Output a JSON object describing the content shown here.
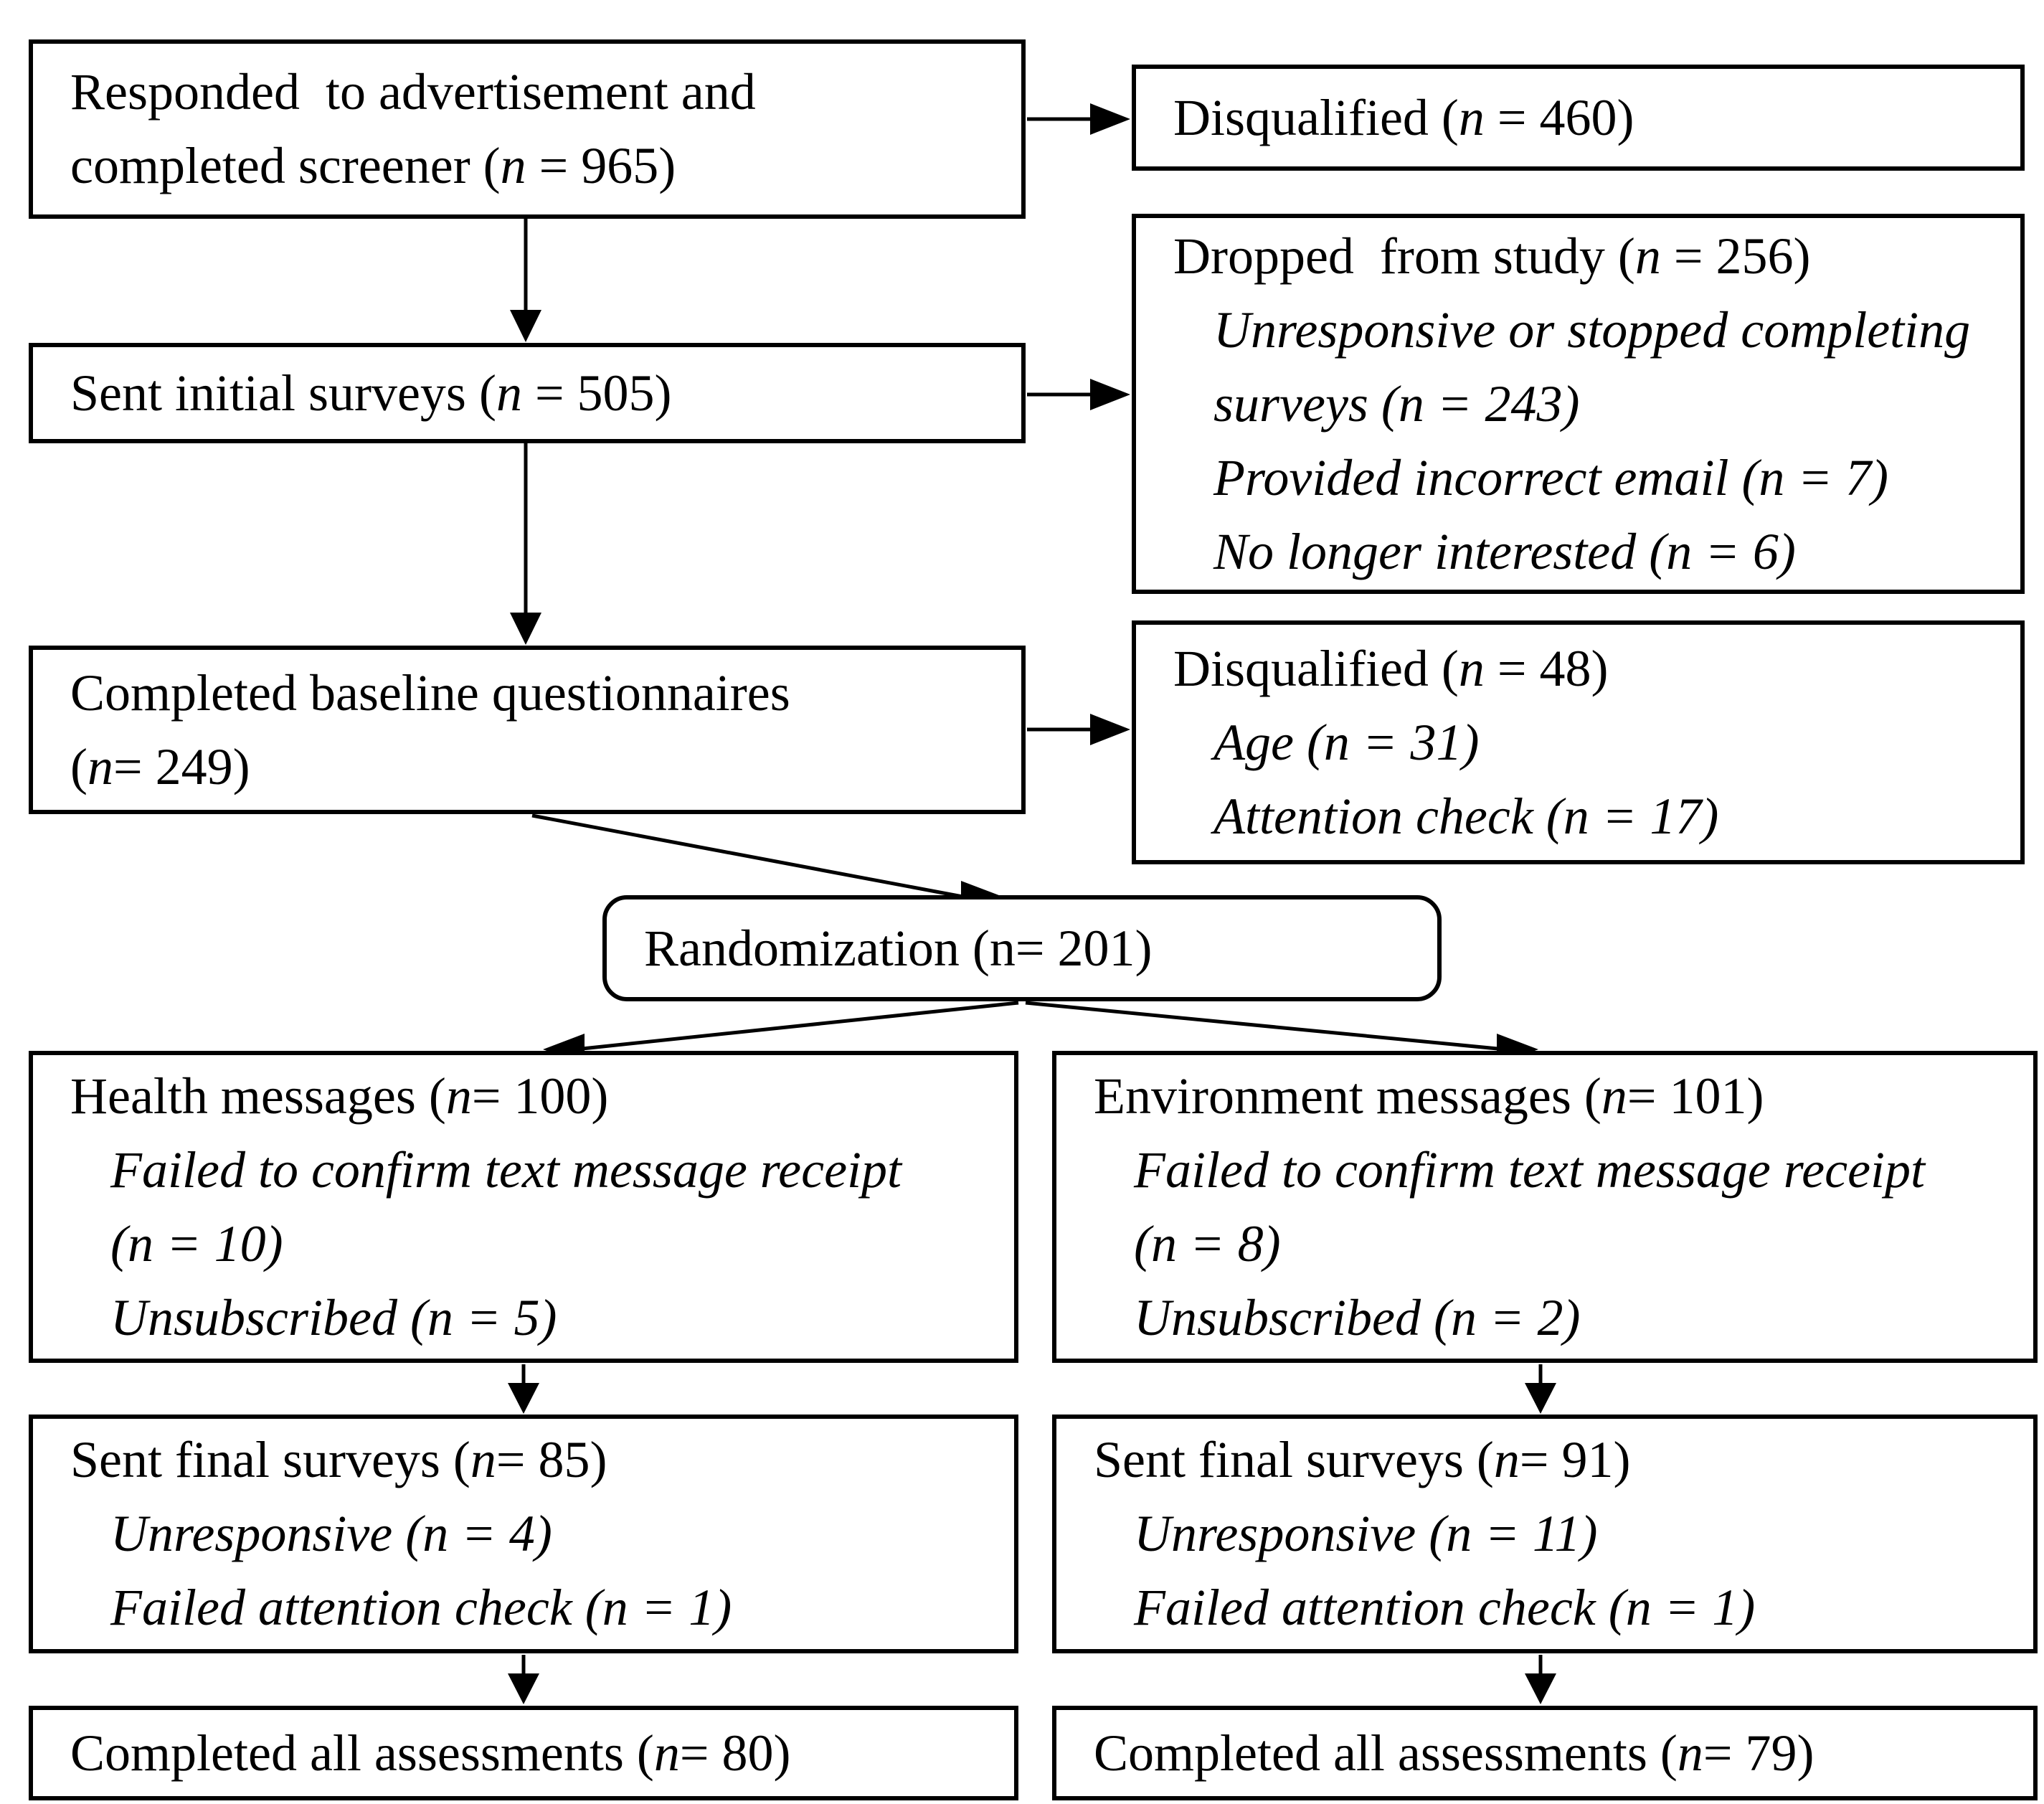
{
  "boxes": {
    "screened": {
      "line1": {
        "pre": "Responded  to advertisement and"
      },
      "line2": {
        "pre": "completed screener (",
        "n": "n",
        "post": " = 965)"
      }
    },
    "disqualified_screening": {
      "line1": {
        "pre": "Disqualified (",
        "n": "n",
        "post": " = 460)"
      }
    },
    "sent_initial": {
      "line1": {
        "pre": "Sent initial surveys (",
        "n": "n",
        "post": " = 505)"
      }
    },
    "dropped": {
      "line1": {
        "pre": "Dropped  from study (",
        "n": "n",
        "post": " = 256)"
      },
      "items": [
        "Unresponsive or stopped completing",
        "surveys (n = 243)",
        "Provided incorrect email (n = 7)",
        "No longer interested (n = 6)"
      ]
    },
    "baseline": {
      "line1": {
        "pre": "Completed baseline questionnaires"
      },
      "line2": {
        "pre": "(",
        "n": "n",
        "post": "= 249)"
      }
    },
    "disqualified_baseline": {
      "line1": {
        "pre": "Disqualified (",
        "n": "n",
        "post": " = 48)"
      },
      "items": [
        "Age (n = 31)",
        "Attention check (n = 17)"
      ]
    },
    "randomization": {
      "line1": {
        "pre": "Randomization (n= 201)"
      }
    },
    "health": {
      "line1": {
        "pre": "Health messages (",
        "n": "n",
        "post": "= 100)"
      },
      "items": [
        "Failed to confirm text message receipt",
        "(n = 10)",
        "Unsubscribed (n = 5)"
      ]
    },
    "environment": {
      "line1": {
        "pre": "Environment messages (",
        "n": "n",
        "post": "= 101)"
      },
      "items": [
        "Failed to confirm text message receipt",
        "(n = 8)",
        "Unsubscribed (n = 2)"
      ]
    },
    "final_health": {
      "line1": {
        "pre": "Sent final surveys (",
        "n": "n",
        "post": "= 85)"
      },
      "items": [
        "Unresponsive (n = 4)",
        "Failed attention check (n = 1)"
      ]
    },
    "final_environment": {
      "line1": {
        "pre": "Sent final surveys (",
        "n": "n",
        "post": "= 91)"
      },
      "items": [
        "Unresponsive (n = 11)",
        "Failed attention check (n = 1)"
      ]
    },
    "completed_health": {
      "line1": {
        "pre": "Completed all assessments (",
        "n": "n",
        "post": "= 80)"
      }
    },
    "completed_environment": {
      "line1": {
        "pre": "Completed all assessments (",
        "n": "n",
        "post": "= 79)"
      }
    }
  },
  "colors": {
    "border": "#000000",
    "background": "#ffffff",
    "text": "#000000"
  }
}
